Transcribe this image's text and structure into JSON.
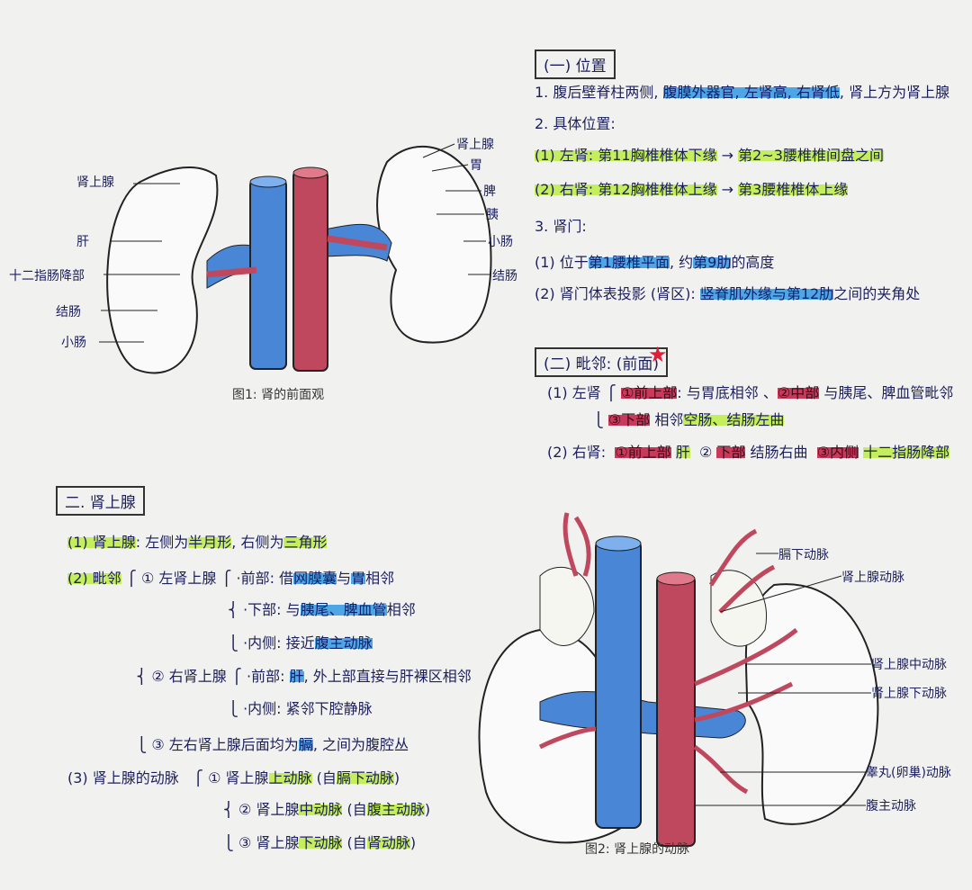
{
  "figure1": {
    "caption": "图1: 肾的前面观",
    "left_labels": [
      "肾上腺",
      "肝",
      "十二指肠降部",
      "结肠",
      "小肠"
    ],
    "right_labels": [
      "肾上腺",
      "胃",
      "脾",
      "胰",
      "小肠",
      "结肠"
    ]
  },
  "figure2": {
    "caption": "图2: 肾上腺的动脉",
    "labels": [
      "膈下动脉",
      "肾上腺动脉",
      "肾上腺中动脉",
      "肾上腺下动脉",
      "睾丸(卵巢)动脉",
      "腹主动脉"
    ]
  },
  "position_section": {
    "title": "(一) 位置",
    "lines": [
      [
        {
          "t": "1. 腹后壁脊柱两侧, "
        },
        {
          "t": "腹膜外器官, 左肾高, 右肾低",
          "hl": "blue"
        },
        {
          "t": ", 肾上方为肾上腺"
        }
      ],
      [
        {
          "t": "2. 具体位置:"
        }
      ],
      [
        {
          "t": "(1) 左肾: 第11胸椎椎体下缘",
          "hl": "green"
        },
        {
          "t": " → "
        },
        {
          "t": "第2~3腰椎椎间盘之间",
          "hl": "green"
        }
      ],
      [
        {
          "t": "(2) 右肾: 第12胸椎椎体上缘",
          "hl": "green"
        },
        {
          "t": " → "
        },
        {
          "t": "第3腰椎椎体上缘",
          "hl": "green"
        }
      ],
      [
        {
          "t": "3. 肾门:"
        }
      ],
      [
        {
          "t": "(1) 位于"
        },
        {
          "t": "第1腰椎平面",
          "hl": "blue"
        },
        {
          "t": ", 约"
        },
        {
          "t": "第9肋",
          "hl": "blue"
        },
        {
          "t": "的高度"
        }
      ],
      [
        {
          "t": "(2) 肾门体表投影 (肾区): "
        },
        {
          "t": "竖脊肌外缘与第12肋",
          "hl": "blue"
        },
        {
          "t": "之间的夹角处"
        }
      ]
    ]
  },
  "adjacent_section": {
    "title": "(二) 毗邻: (前面)",
    "lines": [
      [
        {
          "t": "(1) 左肾 ⎧ "
        },
        {
          "t": "①前上部",
          "hl": "red"
        },
        {
          "t": ": 与胃底相邻 、"
        },
        {
          "t": "②中部",
          "hl": "red"
        },
        {
          "t": " 与胰尾、脾血管毗邻"
        }
      ],
      [
        {
          "t": "          ⎩ "
        },
        {
          "t": "③下部",
          "hl": "red"
        },
        {
          "t": " 相邻"
        },
        {
          "t": "空肠、结肠左曲",
          "hl": "green"
        }
      ],
      [
        {
          "t": "(2) 右肾:  "
        },
        {
          "t": "①前上部",
          "hl": "red"
        },
        {
          "t": " "
        },
        {
          "t": "肝",
          "hl": "green"
        },
        {
          "t": "  ② "
        },
        {
          "t": "下部",
          "hl": "red"
        },
        {
          "t": " 结肠右曲  "
        },
        {
          "t": "③内侧",
          "hl": "red"
        },
        {
          "t": " "
        },
        {
          "t": "十二指肠降部",
          "hl": "green"
        }
      ]
    ]
  },
  "adrenal_section": {
    "title": "二. 肾上腺",
    "lines": [
      [
        {
          "t": "(1) 肾上腺",
          "hl": "green"
        },
        {
          "t": ": 左侧为"
        },
        {
          "t": "半月形",
          "hl": "green"
        },
        {
          "t": ", 右侧为"
        },
        {
          "t": "三角形",
          "hl": "green"
        }
      ],
      [
        {
          "t": "(2) 毗邻",
          "hl": "green"
        },
        {
          "t": " ⎧ ① 左肾上腺 ⎧ ·前部: 借"
        },
        {
          "t": "网膜囊",
          "hl": "blue"
        },
        {
          "t": "与"
        },
        {
          "t": "胃",
          "hl": "blue"
        },
        {
          "t": "相邻"
        }
      ],
      [
        {
          "t": "                                   ⎨ ·下部: 与"
        },
        {
          "t": "胰尾、脾血管",
          "hl": "blue"
        },
        {
          "t": "相邻"
        }
      ],
      [
        {
          "t": "                                   ⎩ ·内侧: 接近"
        },
        {
          "t": "腹主动脉",
          "hl": "blue"
        }
      ],
      [
        {
          "t": "               ⎨ ② 右肾上腺 ⎧ ·前部: "
        },
        {
          "t": "肝",
          "hl": "blue"
        },
        {
          "t": ", 外上部直接与肝裸区相邻"
        }
      ],
      [
        {
          "t": "                                   ⎩ ·内侧: 紧邻下腔静脉"
        }
      ],
      [
        {
          "t": "               ⎩ ③ 左右肾上腺后面均为"
        },
        {
          "t": "膈",
          "hl": "blue"
        },
        {
          "t": ", 之间为腹腔丛"
        }
      ],
      [
        {
          "t": "(3) 肾上腺的动脉   ⎧ ① 肾上腺"
        },
        {
          "t": "上动脉",
          "hl": "green"
        },
        {
          "t": " (自"
        },
        {
          "t": "膈下动脉",
          "hl": "green"
        },
        {
          "t": ")"
        }
      ],
      [
        {
          "t": "                                  ⎨ ② 肾上腺"
        },
        {
          "t": "中动脉",
          "hl": "green"
        },
        {
          "t": " (自"
        },
        {
          "t": "腹主动脉",
          "hl": "green"
        },
        {
          "t": ")"
        }
      ],
      [
        {
          "t": "                                  ⎩ ③ 肾上腺"
        },
        {
          "t": "下动脉",
          "hl": "green"
        },
        {
          "t": " (自"
        },
        {
          "t": "肾动脉",
          "hl": "green"
        },
        {
          "t": ")"
        }
      ]
    ]
  },
  "colors": {
    "ink": "#1d1f5c",
    "vein": "#4a86d6",
    "artery": "#c0485e",
    "green_hl": "#c5ee5c",
    "blue_hl": "#4fa6e6",
    "red_hl": "#c9395a"
  }
}
